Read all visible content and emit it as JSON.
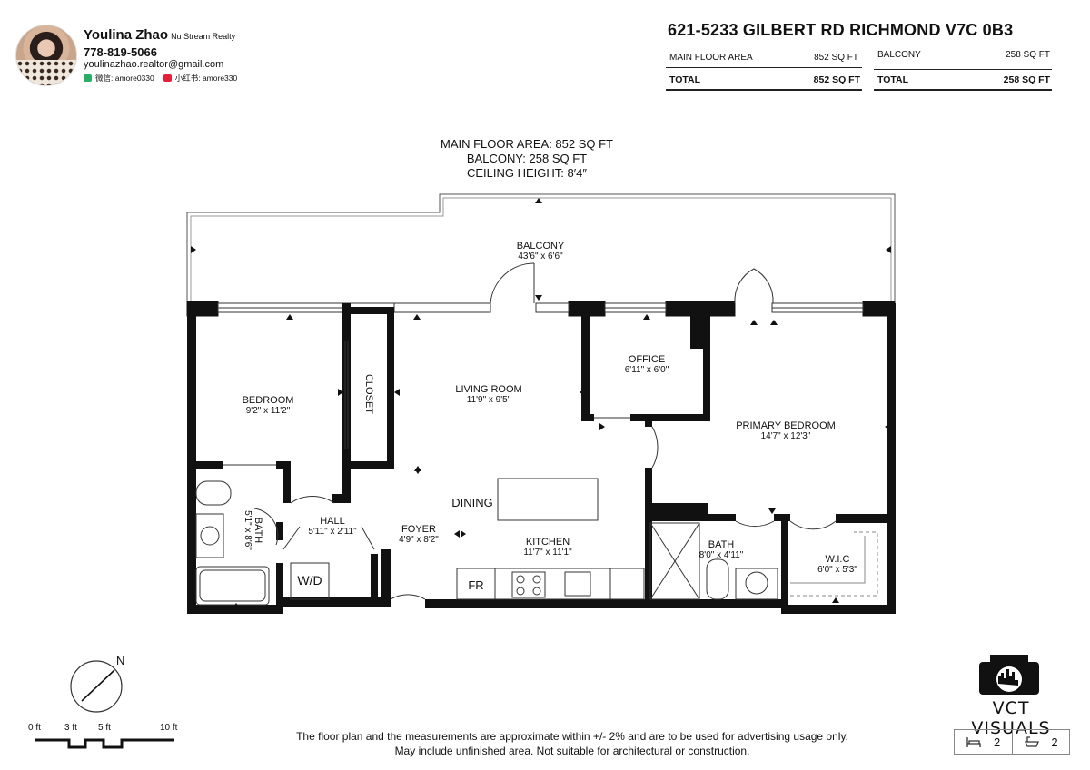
{
  "agent": {
    "name": "Youlina Zhao",
    "company": "Nu Stream Realty",
    "phone": "778-819-5066",
    "email": "youlinazhao.realtor@gmail.com",
    "wechat": "微信: amore0330",
    "xiaohongshu": "小红书: amore330"
  },
  "property": {
    "address": "621-5233 GILBERT RD RICHMOND V7C 0B3",
    "main_floor_label": "MAIN FLOOR AREA",
    "main_floor_value": "852 SQ FT",
    "main_total_label": "TOTAL",
    "main_total_value": "852 SQ FT",
    "balcony_label": "BALCONY",
    "balcony_value": "258 SQ FT",
    "balcony_total_label": "TOTAL",
    "balcony_total_value": "258 SQ FT"
  },
  "summary": {
    "line1": "MAIN FLOOR AREA: 852 SQ FT",
    "line2": "BALCONY: 258 SQ FT",
    "line3": "CEILING HEIGHT: 8′4″"
  },
  "rooms": {
    "balcony": {
      "name": "BALCONY",
      "dim": "43'6\" x 6'6\""
    },
    "office": {
      "name": "OFFICE",
      "dim": "6'11\" x 6'0\""
    },
    "living": {
      "name": "LIVING ROOM",
      "dim": "11'9\" x 9'5\""
    },
    "closet": {
      "name": "CLOSET"
    },
    "bedroom": {
      "name": "BEDROOM",
      "dim": "9'2\" x 11'2\""
    },
    "primary": {
      "name": "PRIMARY BEDROOM",
      "dim": "14'7\" x 12'3\""
    },
    "dining": {
      "name": "DINING"
    },
    "bath1": {
      "name": "BATH",
      "dim": "5'1\" x 8'6\""
    },
    "hall": {
      "name": "HALL",
      "dim": "5'11\" x 2'11\""
    },
    "foyer": {
      "name": "FOYER",
      "dim": "4'9\" x 8'2\""
    },
    "kitchen": {
      "name": "KITCHEN",
      "dim": "11'7\" x 11'1\""
    },
    "bath2": {
      "name": "BATH",
      "dim": "8'0\" x 4'11\""
    },
    "wic": {
      "name": "W.I.C",
      "dim": "6'0\" x 5'3\""
    },
    "wd": {
      "name": "W/D"
    },
    "fr": {
      "name": "FR"
    }
  },
  "compass": {
    "label": "N"
  },
  "scale": {
    "labels": [
      "0 ft",
      "3 ft",
      "5 ft",
      "10 ft"
    ]
  },
  "disclaimer": {
    "line1": "The floor plan and the measurements are approximate within +/- 2% and are to be used for advertising usage only.",
    "line2": "May include unfinished area. Not suitable for architectural or construction."
  },
  "brand": {
    "name": "VCT VISUALS"
  },
  "stats": {
    "bedrooms": "2",
    "bathrooms": "2"
  },
  "colors": {
    "wall": "#111111",
    "accent_wechat": "#2aae67",
    "accent_xhs": "#e3203a"
  }
}
